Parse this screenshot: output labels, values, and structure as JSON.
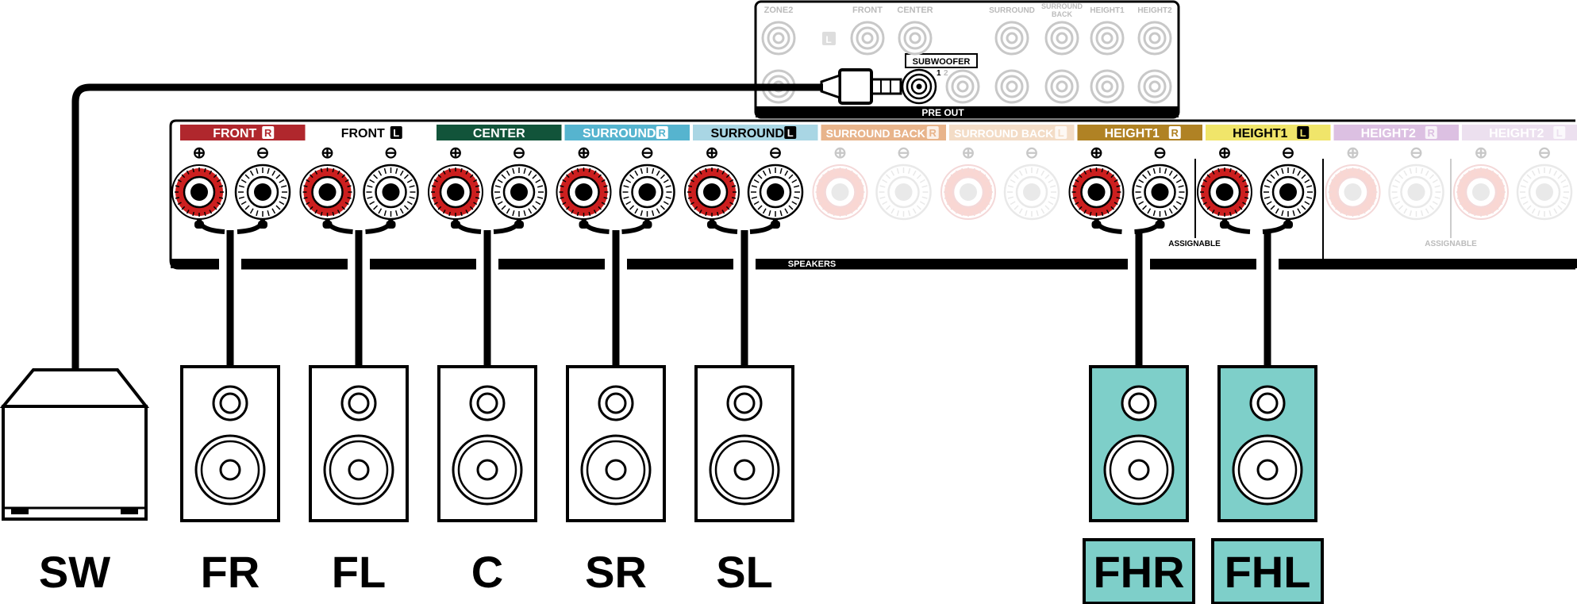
{
  "colors": {
    "front_r": "#b0272d",
    "front_l": "#ffffff",
    "center": "#12543a",
    "surround_r": "#56b4cf",
    "surround_l": "#a9d6e4",
    "surround_back_r": "#e8b48b",
    "surround_back_l": "#f3dcc6",
    "height1_r": "#b08224",
    "height1_l": "#f0e56a",
    "height2_r": "#dcc0e2",
    "height2_l": "#ece0ef",
    "speaker_highlight": "#7ecfc9",
    "terminal_red": "#cc1f1f",
    "cable": "#000000"
  },
  "pre_out": {
    "title": "PRE OUT",
    "labels": {
      "zone2": "ZONE2",
      "front": "FRONT",
      "center": "CENTER",
      "surround": "SURROUND",
      "surround_back_line1": "SURROUND",
      "surround_back_line2": "BACK",
      "height1": "HEIGHT1",
      "height2": "HEIGHT2",
      "l_mark": "L",
      "subwoofer": "SUBWOOFER",
      "sub1": "1",
      "sub2": "2"
    }
  },
  "speakers_panel": {
    "label": "SPEAKERS",
    "assignable_1": "ASSIGNABLE",
    "assignable_2": "ASSIGNABLE",
    "plus_symbol": "⊕",
    "minus_symbol": "⊖",
    "channels": [
      {
        "name": "FRONT",
        "side": "R",
        "active": true
      },
      {
        "name": "FRONT",
        "side": "L",
        "active": true
      },
      {
        "name": "CENTER",
        "side": "",
        "active": true
      },
      {
        "name": "SURROUND",
        "side": "R",
        "active": true
      },
      {
        "name": "SURROUND",
        "side": "L",
        "active": true
      },
      {
        "name": "SURROUND BACK",
        "side": "R",
        "active": false
      },
      {
        "name": "SURROUND BACK",
        "side": "L",
        "active": false
      },
      {
        "name": "HEIGHT1",
        "side": "R",
        "active": true
      },
      {
        "name": "HEIGHT1",
        "side": "L",
        "active": true
      },
      {
        "name": "HEIGHT2",
        "side": "R",
        "active": false
      },
      {
        "name": "HEIGHT2",
        "side": "L",
        "active": false
      }
    ]
  },
  "speakers": [
    {
      "label": "SW",
      "type": "subwoofer",
      "highlight": false
    },
    {
      "label": "FR",
      "type": "bookshelf",
      "highlight": false
    },
    {
      "label": "FL",
      "type": "bookshelf",
      "highlight": false
    },
    {
      "label": "C",
      "type": "bookshelf",
      "highlight": false
    },
    {
      "label": "SR",
      "type": "bookshelf",
      "highlight": false
    },
    {
      "label": "SL",
      "type": "bookshelf",
      "highlight": false
    },
    {
      "label": "FHR",
      "type": "bookshelf",
      "highlight": true
    },
    {
      "label": "FHL",
      "type": "bookshelf",
      "highlight": true
    }
  ]
}
